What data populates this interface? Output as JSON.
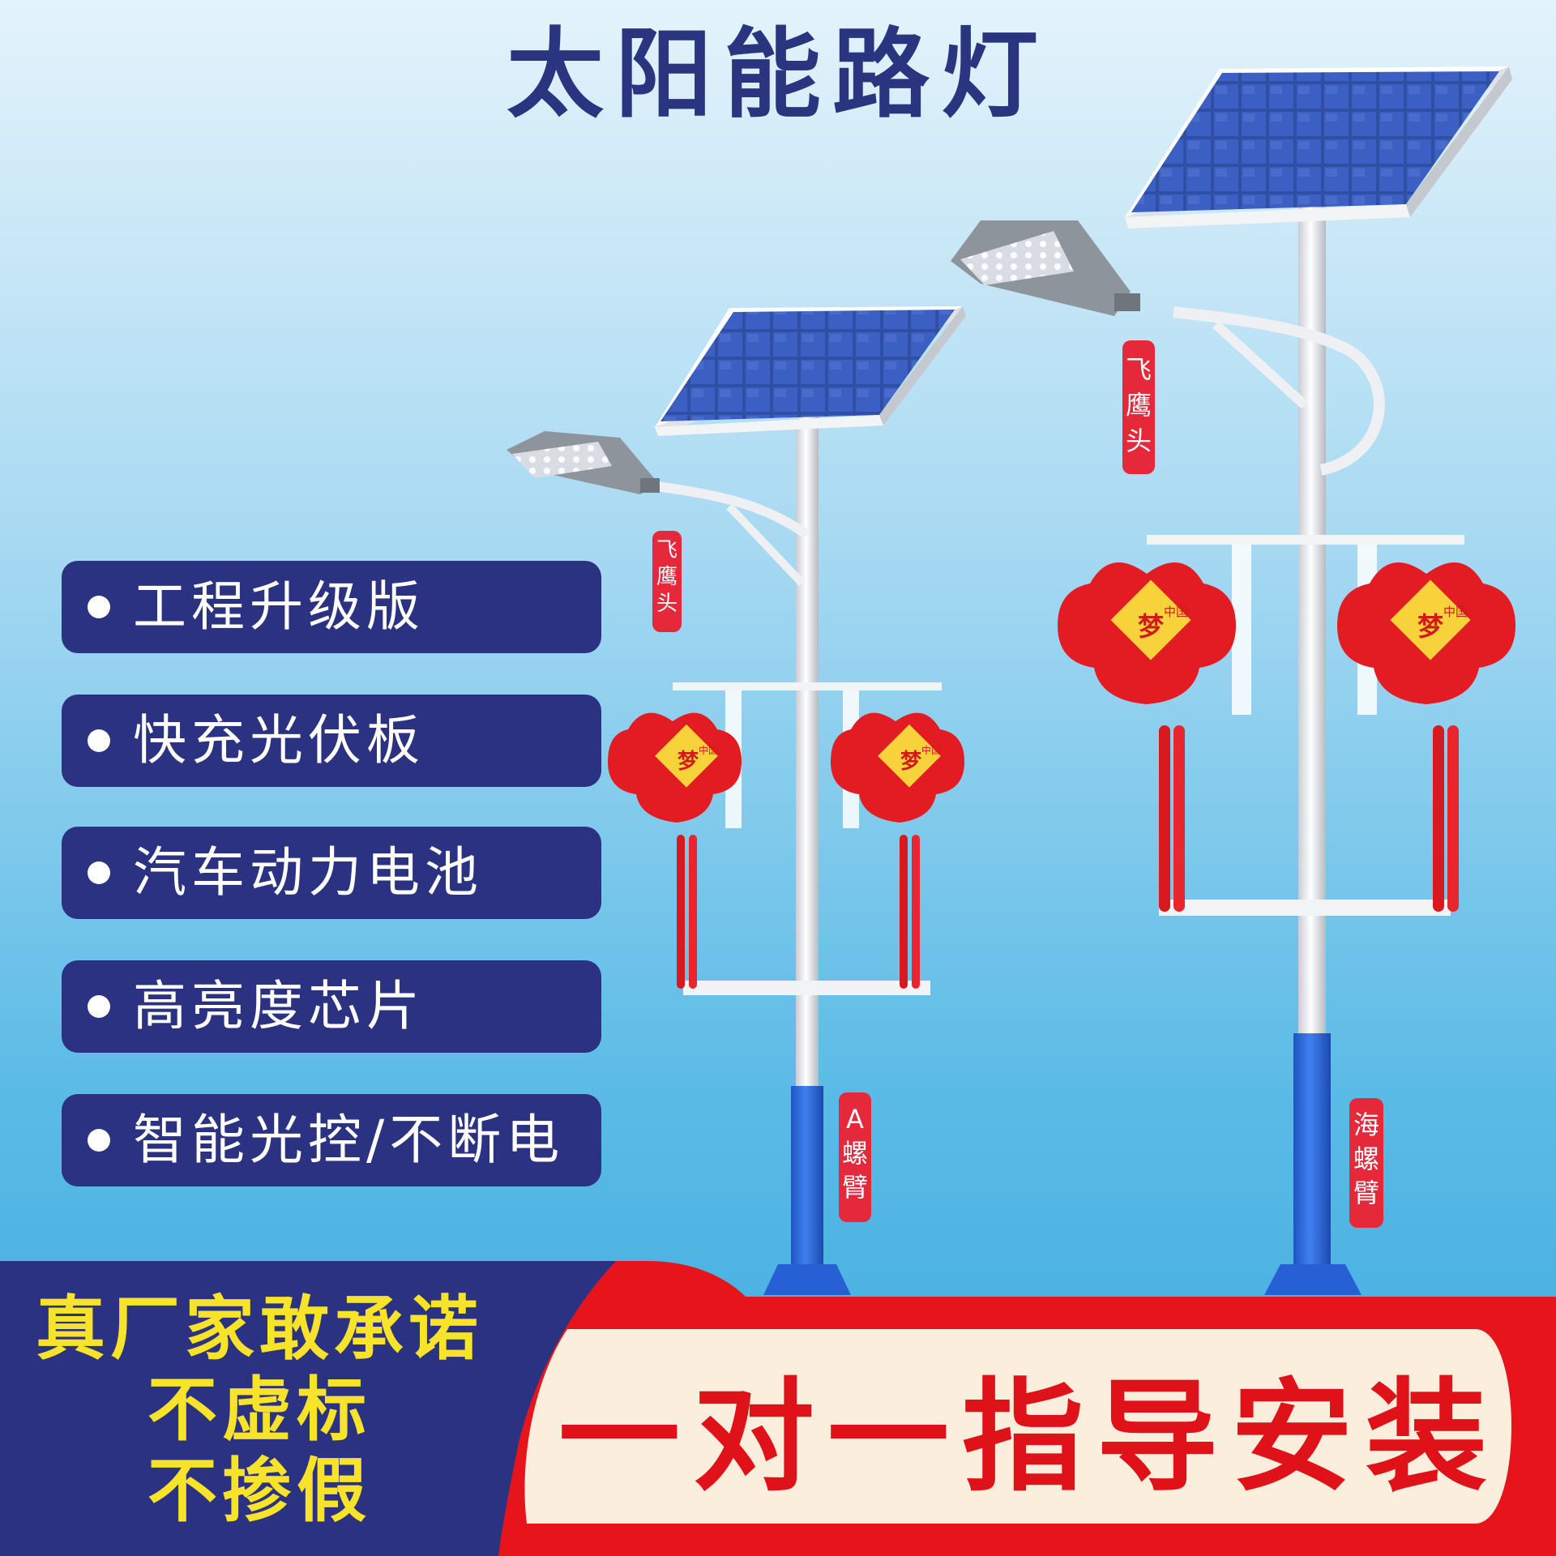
{
  "title": "太阳能路灯",
  "features": [
    "工程升级版",
    "快充光伏板",
    "汽车动力电池",
    "高亮度芯片",
    "智能光控/不断电"
  ],
  "promise": {
    "line1": "真厂家敢承诺",
    "line2": "不虚标",
    "line3": "不掺假"
  },
  "install_text": "一对一指导安装",
  "lamp_labels": {
    "small_head": [
      "飞",
      "鹰",
      "头"
    ],
    "large_head": [
      "飞",
      "鹰",
      "头"
    ],
    "small_arm": [
      "A",
      "螺",
      "臂"
    ],
    "large_arm": [
      "海",
      "螺",
      "臂"
    ],
    "knot_text_main": "梦",
    "knot_text_small": "中国"
  },
  "colors": {
    "title": "#2a3580",
    "feature_bg": "#2c3282",
    "feature_text": "#ffffff",
    "promise_bg": "#2c3282",
    "promise_text": "#f6e32a",
    "red_band": "#e8141c",
    "install_bg": "#fbeedc",
    "install_text": "#e01219",
    "tag_bg": "#e6283b",
    "pole_blue": "#2b6be0",
    "knot_red": "#e31b23"
  },
  "icons": [
    "solar-panel-icon",
    "led-lamp-head-icon",
    "chinese-knot-icon",
    "bullet-dot-icon"
  ]
}
